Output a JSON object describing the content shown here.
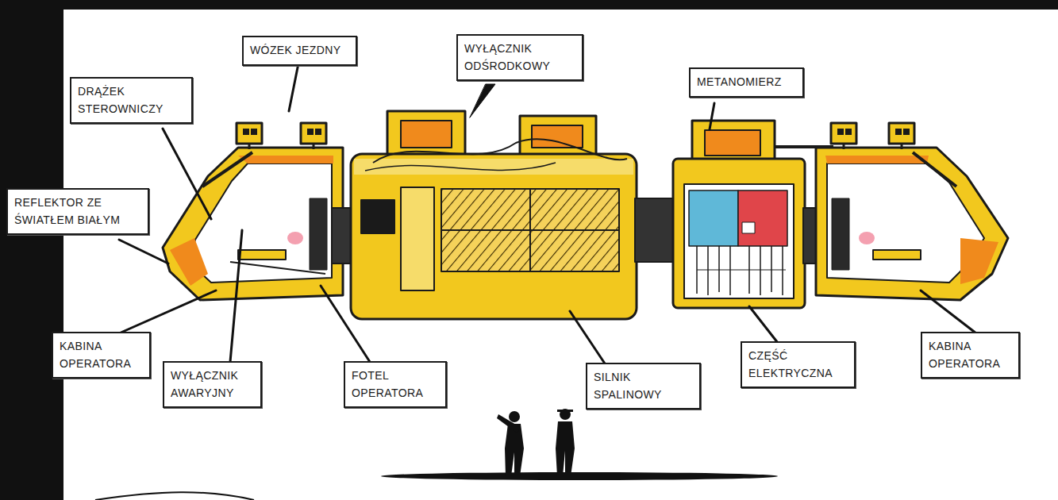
{
  "diagram": {
    "nodes": [
      {
        "text": [
          "WÓZEK JEZDNY"
        ]
      },
      {
        "text": [
          "WYŁĄCZNIK ODŚRODKOWY"
        ]
      },
      {
        "text": [
          "METANOMIERZ"
        ]
      },
      {
        "text": [
          "DRĄŻEK STEROWNICZY"
        ]
      },
      {
        "text": [
          "REFLEKTOR ZE ŚWIATŁEM BIAŁYM"
        ]
      },
      {
        "text": [
          "KABINA OPERATORA"
        ]
      },
      {
        "text": [
          "WYŁĄCZNIK AWARYJNY"
        ]
      },
      {
        "text": [
          "FOTEL OPERATORA"
        ]
      },
      {
        "text": [
          "SILNIK SPALINOWY"
        ]
      },
      {
        "text": [
          "CZĘŚĆ ELEKTRYCZNA"
        ]
      },
      {
        "text": [
          "KABINA OPERATORA"
        ]
      }
    ]
  }
}
